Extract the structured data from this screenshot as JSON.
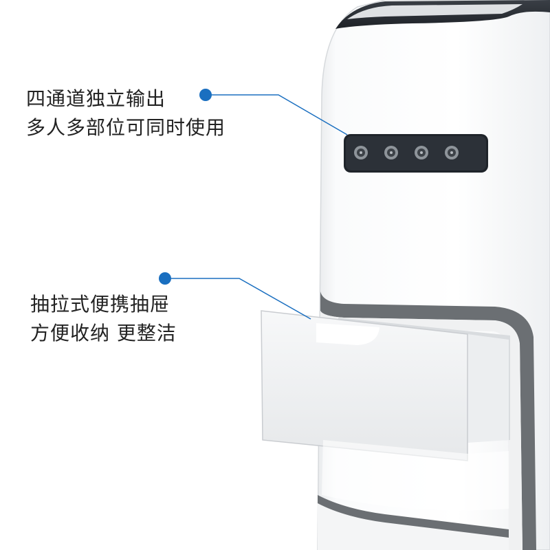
{
  "callouts": [
    {
      "line1": "四通道独立输出",
      "line2": "多人多部位可同时使用"
    },
    {
      "line1": "抽拉式便携抽屉",
      "line2": "方便收纳 更整洁"
    }
  ],
  "colors": {
    "accent": "#1a6fc0",
    "device_body": "#ffffff",
    "trim": "#6b6f73",
    "panel": "#2a2f36"
  },
  "icons": {
    "marker": "dot-marker-icon",
    "port": "connector-port-icon"
  },
  "ports": {
    "count": 4
  }
}
